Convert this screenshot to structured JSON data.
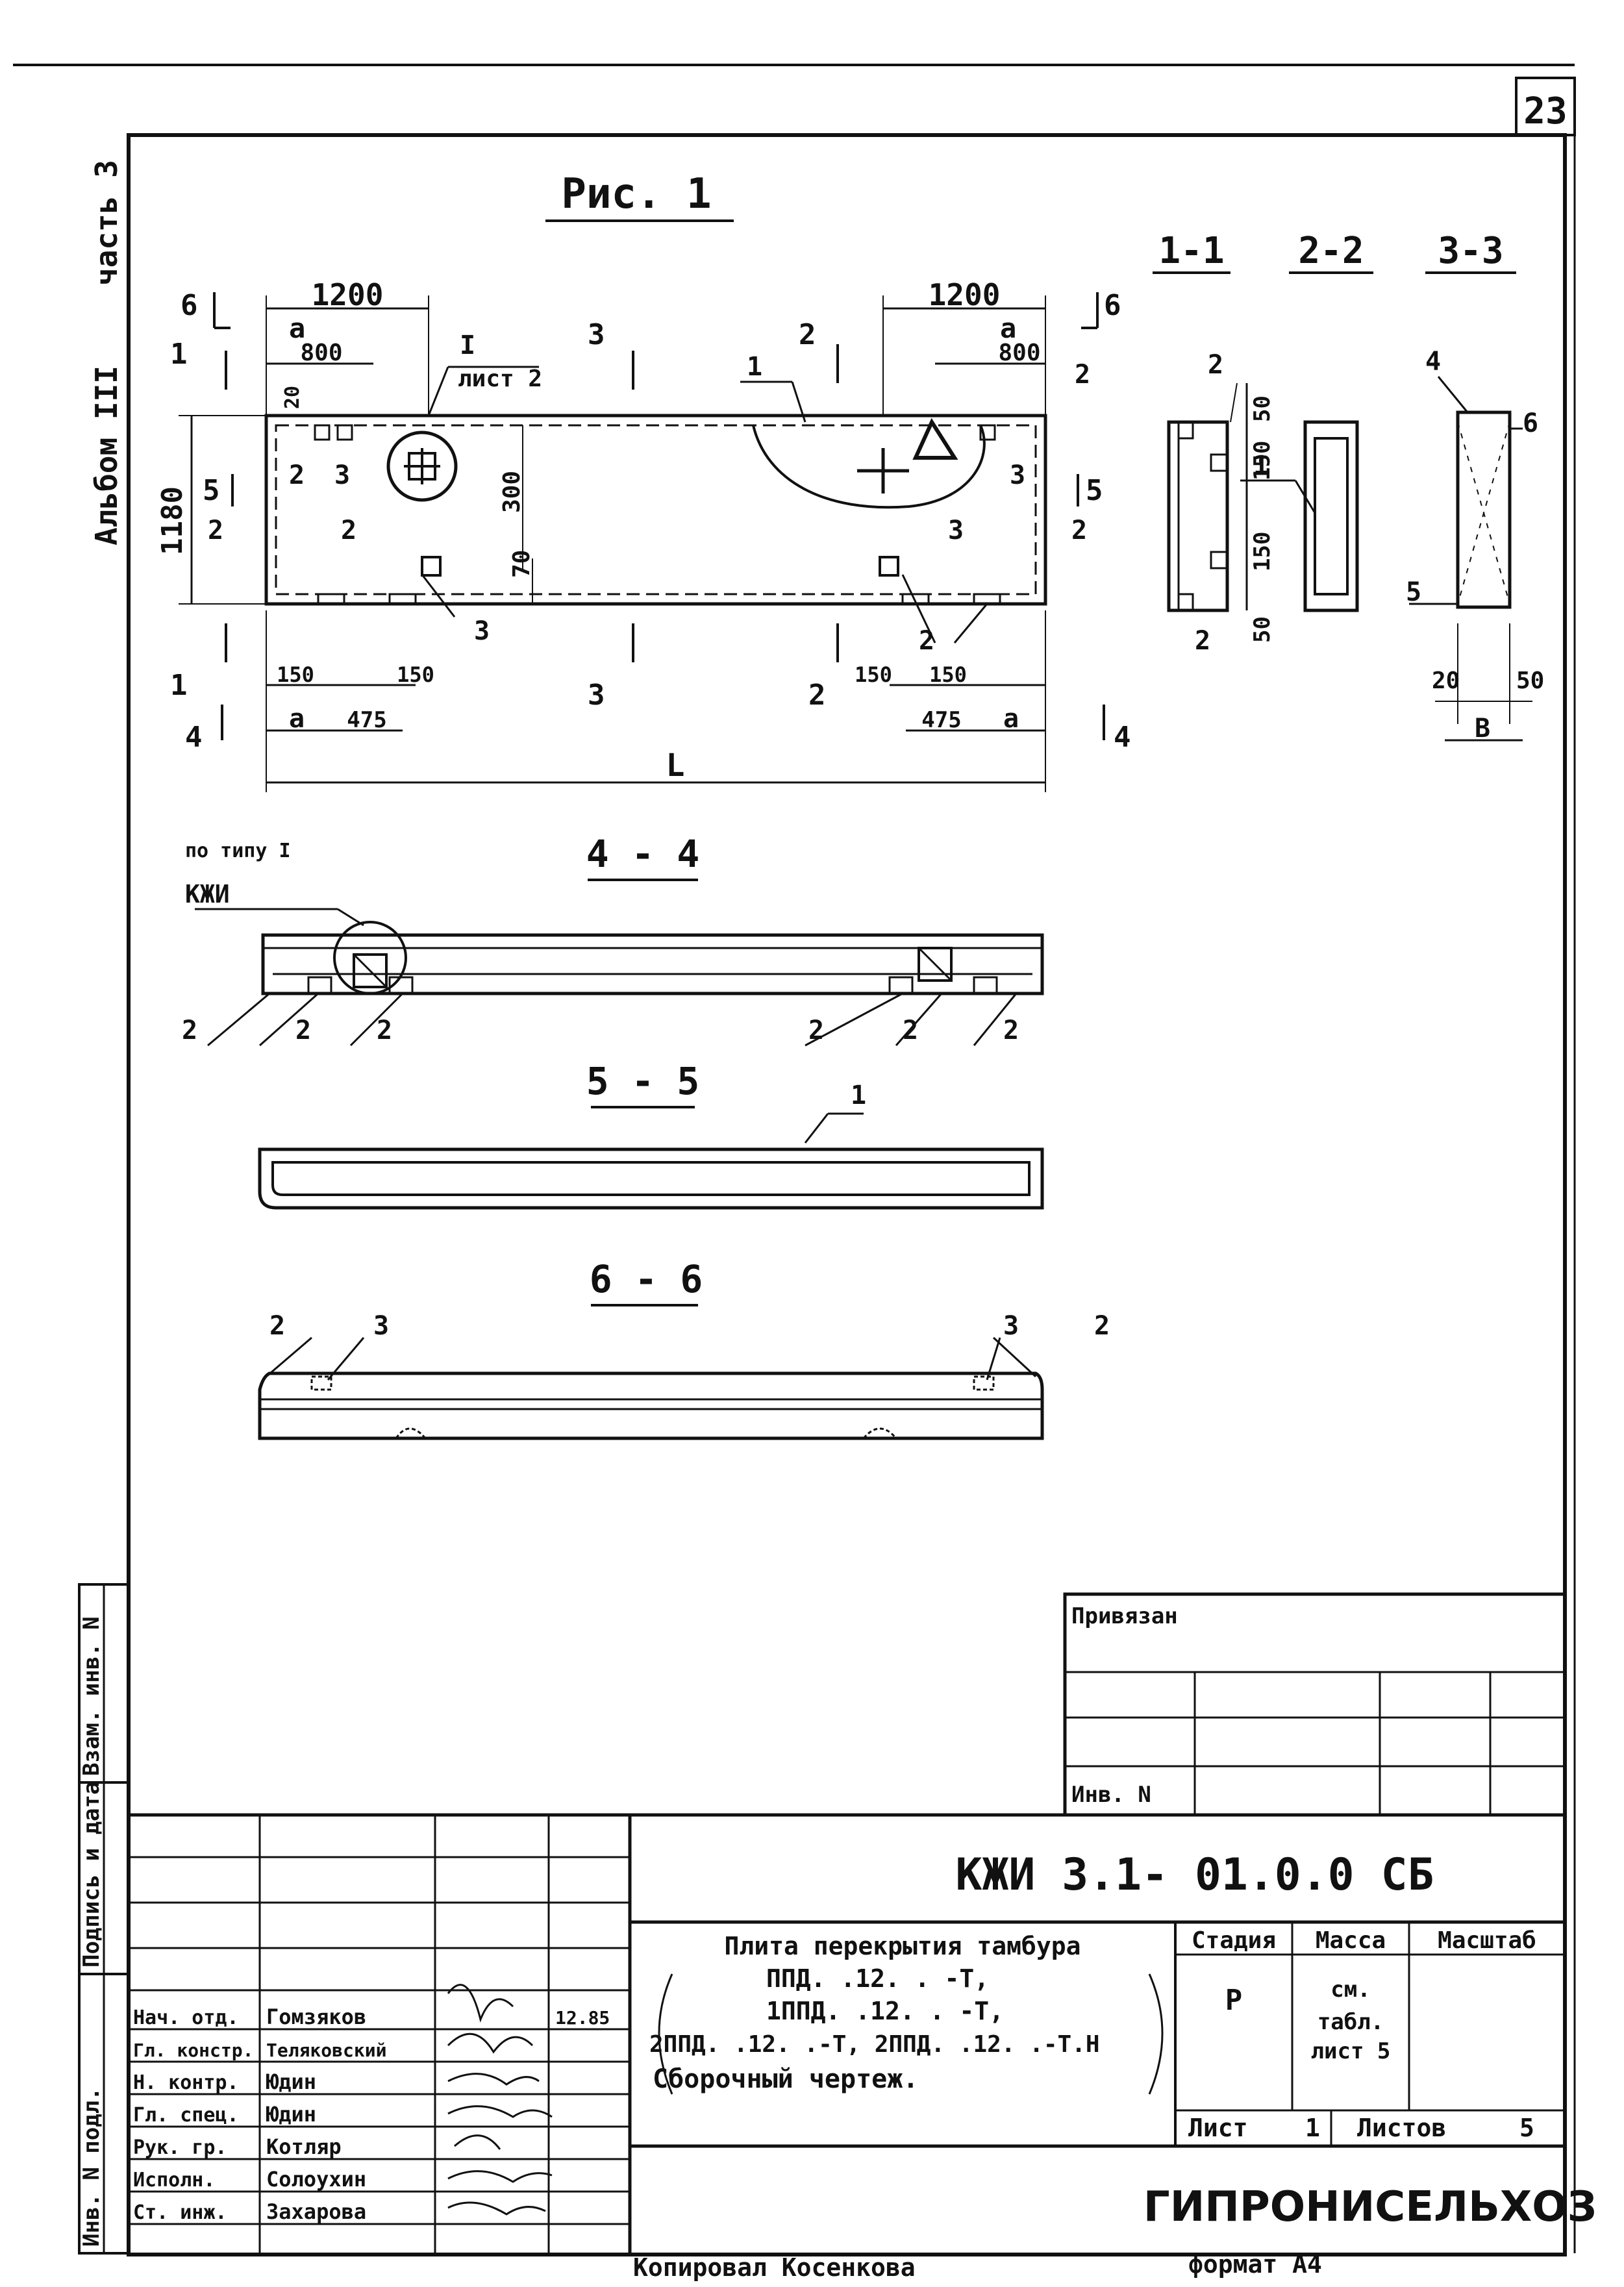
{
  "page_number": "23",
  "left_margin": {
    "album": "Альбом III",
    "part": "часть 3",
    "vertical_labels": [
      "Инв. N подл.",
      "Подпись и дата",
      "Взам. инв. N"
    ]
  },
  "figure_title": "Рис. 1",
  "views": {
    "section_1_1": "1-1",
    "section_2_2": "2-2",
    "section_3_3": "3-3",
    "section_4_4": "4 - 4",
    "section_5_5": "5 - 5",
    "section_6_6": "6 - 6"
  },
  "dimensions": {
    "d1200_left": "1200",
    "d1200_right": "1200",
    "a": "a",
    "d800_left": "800",
    "d800_right": "800",
    "d1180": "1180",
    "d300": "300",
    "d70": "70",
    "d20": "20",
    "d150": "150",
    "d475": "475",
    "L": "L",
    "d50": "50",
    "B": "B",
    "d20b": "20",
    "d50b": "50"
  },
  "callouts": {
    "I": "I",
    "list2": "лист 2",
    "po_tipu": "по типу I",
    "kzhi": "КЖИ",
    "n1": "1",
    "n2": "2",
    "n3": "3",
    "n4": "4",
    "n5": "5",
    "n6": "6"
  },
  "cut_marks": {
    "c1": "1",
    "c2": "2",
    "c3": "3",
    "c4": "4",
    "c5": "5",
    "c6": "6"
  },
  "privyazan": {
    "label": "Привязан",
    "inv": "Инв. N"
  },
  "title_block": {
    "designation": "КЖИ 3.1- 01.0.0 СБ",
    "description_lines": [
      "Плита перекрытия тамбура",
      "ППД. .12. . -Т,",
      "1ППД. .12. . -Т,",
      "2ППД. .12. .-Т, 2ППД. .12. .-Т.Н",
      "Сборочный чертеж."
    ],
    "stage_header": "Стадия",
    "mass_header": "Масса",
    "scale_header": "Масштаб",
    "stage_value": "Р",
    "mass_value_lines": [
      "см.",
      "табл.",
      "лист 5"
    ],
    "sheet_label": "Лист",
    "sheet_value": "1",
    "sheets_label": "Листов",
    "sheets_value": "5",
    "organization": "ГИПРОНИСЕЛЬХОЗ",
    "signatures": [
      {
        "role": "Нач. отд.",
        "name": "Гомзяков",
        "date": "12.85"
      },
      {
        "role": "Гл. констр.",
        "name": "Теляковский",
        "date": ""
      },
      {
        "role": "Н. контр.",
        "name": "Юдин",
        "date": ""
      },
      {
        "role": "Гл. спец.",
        "name": "Юдин",
        "date": ""
      },
      {
        "role": "Рук. гр.",
        "name": "Котляр",
        "date": ""
      },
      {
        "role": "Исполн.",
        "name": "Солоухин",
        "date": ""
      },
      {
        "role": "Ст. инж.",
        "name": "Захарова",
        "date": ""
      }
    ]
  },
  "footer": {
    "copied": "Копировал Косенкова",
    "format": "формат А4"
  }
}
